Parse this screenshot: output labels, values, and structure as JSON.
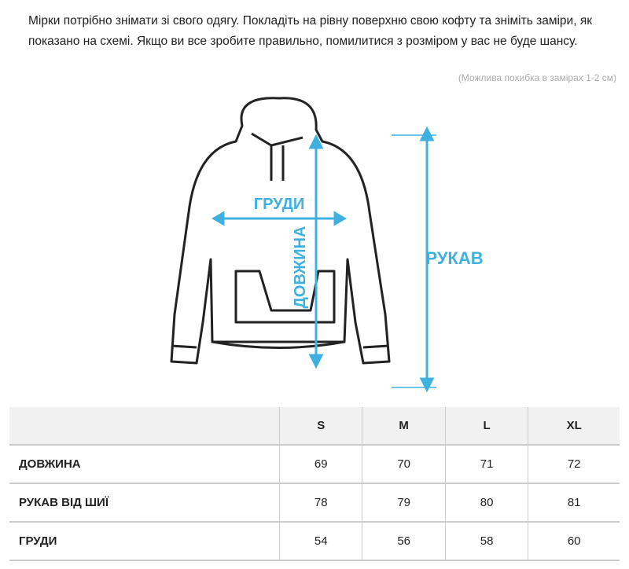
{
  "intro": "Мірки потрібно знімати зі свого одягу. Покладіть на рівну поверхню свою кофту та зніміть заміри, як показано на схемі. Якщо ви все зробите правильно, помилитися з розміром у вас не буде шансу.",
  "note": "(Можлива похибка в замірах 1-2 см)",
  "diagram": {
    "chest_label": "ГРУДИ",
    "length_label": "ДОВЖИНА",
    "sleeve_label": "РУКАВ",
    "accent_color": "#3fb1e0"
  },
  "table": {
    "headers": [
      "",
      "S",
      "M",
      "L",
      "XL"
    ],
    "rows": [
      {
        "label": "ДОВЖИНА",
        "values": [
          "69",
          "70",
          "71",
          "72"
        ]
      },
      {
        "label": "РУКАВ ВІД ШИЇ",
        "values": [
          "78",
          "79",
          "80",
          "81"
        ]
      },
      {
        "label": "ГРУДИ",
        "values": [
          "54",
          "56",
          "58",
          "60"
        ]
      }
    ]
  }
}
